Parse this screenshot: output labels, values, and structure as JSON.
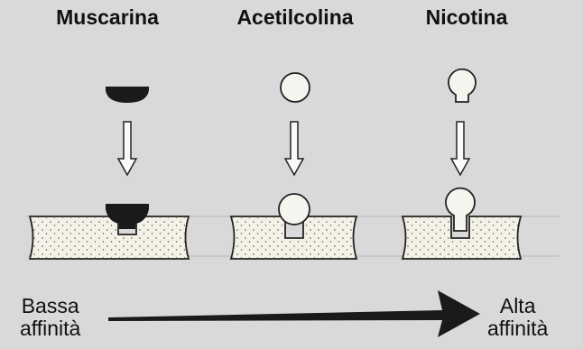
{
  "columns": [
    {
      "id": "muscarina",
      "label": "Muscarina",
      "ligand_shape": "dark-cap"
    },
    {
      "id": "acetilcolina",
      "label": "Acetilcolina",
      "ligand_shape": "circle"
    },
    {
      "id": "nicotina",
      "label": "Nicotina",
      "ligand_shape": "circle-with-stem"
    }
  ],
  "affinity_scale": {
    "low": [
      "Bassa",
      "affinità"
    ],
    "high": [
      "Alta",
      "affinità"
    ]
  },
  "colors": {
    "background": "#d9d9d9",
    "ink": "#111111",
    "receptor_fill": "#f4f2e6",
    "ligand_light": "#f5f5ef",
    "ligand_dark": "#1a1a1a"
  }
}
